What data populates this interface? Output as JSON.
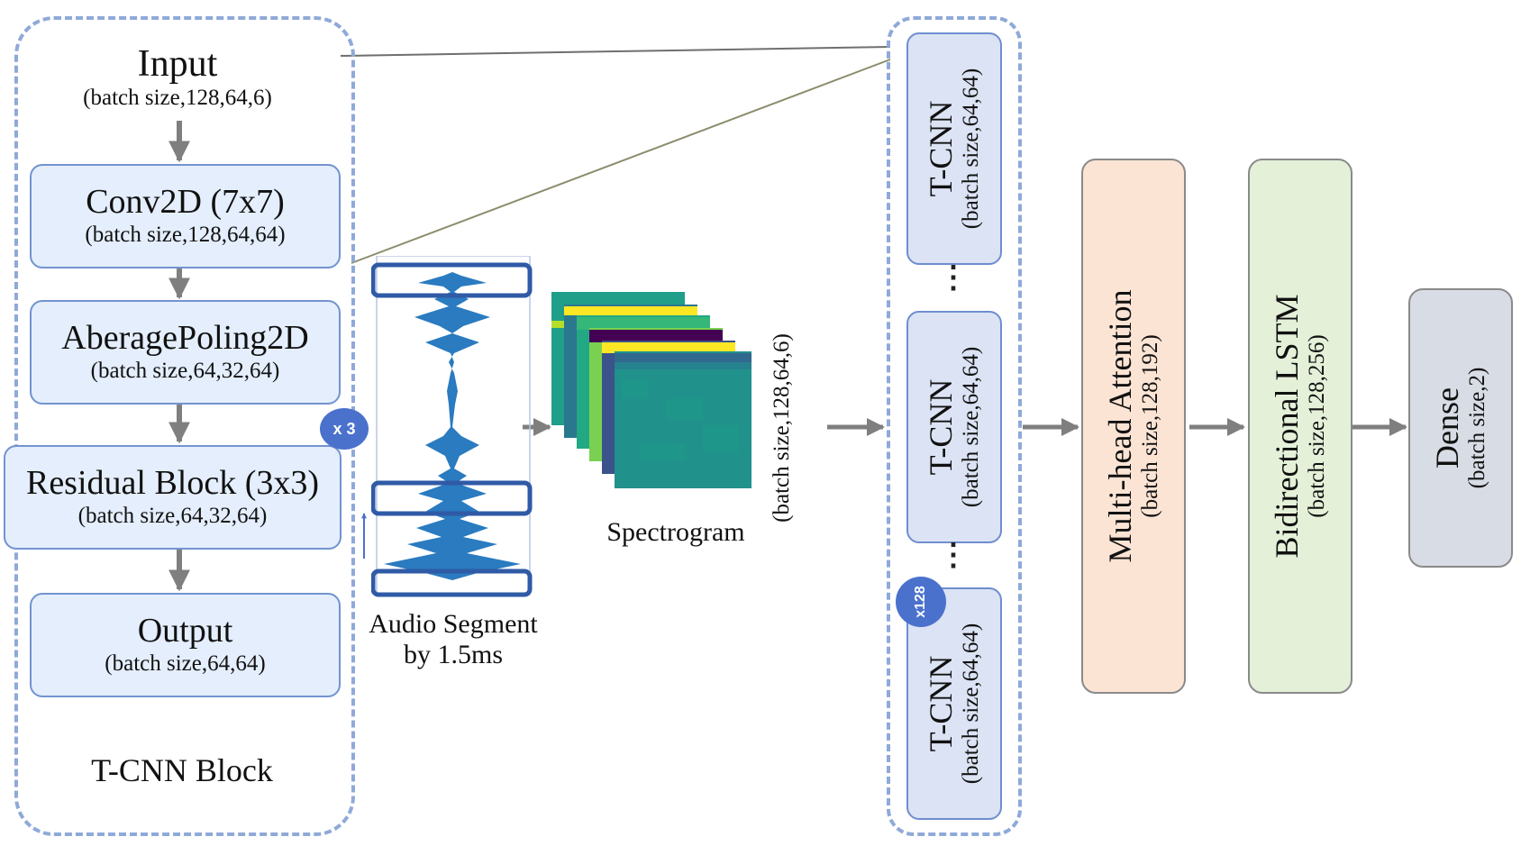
{
  "tcnn_block": {
    "title": "T-CNN Block",
    "input": {
      "title": "Input",
      "shape": "(batch size,128,64,6)"
    },
    "layers": [
      {
        "title": "Conv2D (7x7)",
        "shape": "(batch size,128,64,64)"
      },
      {
        "title": "AberagePoling2D",
        "shape": "(batch size,64,32,64)"
      },
      {
        "title": "Residual Block (3x3)",
        "shape": "(batch size,64,32,64)"
      },
      {
        "title": "Output",
        "shape": "(batch size,64,64)"
      }
    ],
    "repeat_badge": "x 3"
  },
  "audio": {
    "caption_line1": "Audio Segment",
    "caption_line2": "by 1.5ms"
  },
  "spectrogram": {
    "caption": "Spectrogram",
    "shape": "(batch size,128,64,6)"
  },
  "tcnn_stack": {
    "units": [
      {
        "title": "T-CNN",
        "shape": "(batch size,64,64)"
      },
      {
        "title": "T-CNN",
        "shape": "(batch size,64,64)"
      },
      {
        "title": "T-CNN",
        "shape": "(batch size,64,64)"
      }
    ],
    "ellipsis": "⋮",
    "repeat_badge": "x128"
  },
  "attention": {
    "title": "Multi-head Attention",
    "shape": "(batch size,128,192)"
  },
  "lstm": {
    "title": "Bidirectional LSTM",
    "shape": "(batch size,128,256)"
  },
  "dense": {
    "title": "Dense",
    "shape": "(batch size,2)"
  },
  "colors": {
    "panel_border": "#8fa9d9",
    "block_fill": "#e4eefc",
    "tcnn_fill": "#dbe3f4",
    "attention_fill": "#fce4d4",
    "lstm_fill": "#e4f0d8",
    "dense_fill": "#d8dce4",
    "waveform": "#2a7bc0",
    "arrow": "#7f7f7f"
  }
}
